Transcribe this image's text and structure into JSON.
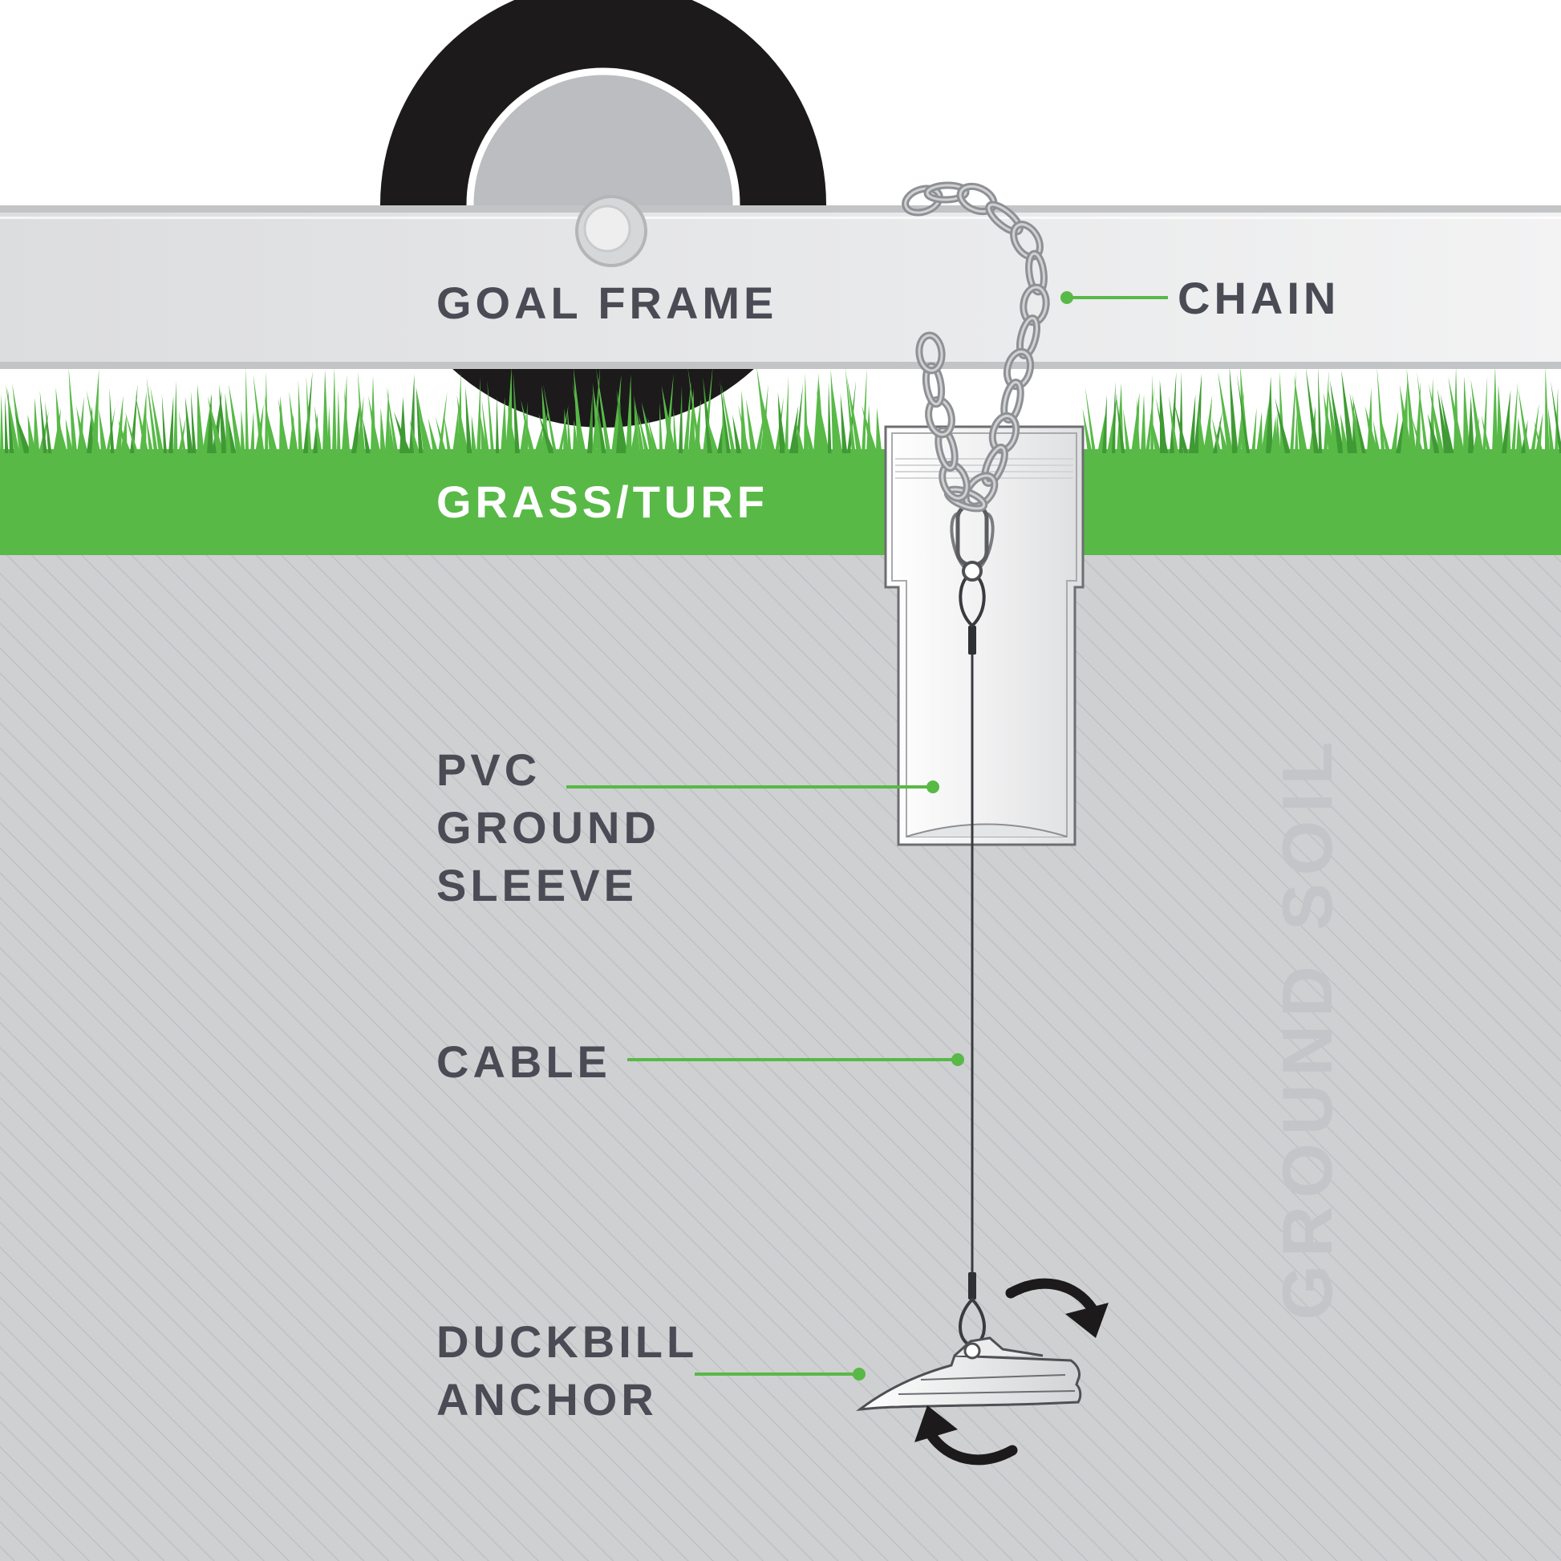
{
  "labels": {
    "goal_frame": "GOAL FRAME",
    "chain": "CHAIN",
    "grass_turf": "GRASS/TURF",
    "pvc_ground_sleeve": [
      "PVC",
      "GROUND",
      "SLEEVE"
    ],
    "cable": "CABLE",
    "duckbill_anchor": [
      "DUCKBILL",
      "ANCHOR"
    ],
    "ground_soil": "GROUND SOIL"
  },
  "colors": {
    "soil": "#cfd0d2",
    "soil_hatch": "#bcbdc0",
    "grass": "#58b947",
    "grass_dark": "#3f9a33",
    "frame": "#e6e7e8",
    "frame_edge": "#b9babc",
    "wheel_tire": "#1c1a1b",
    "wheel_rim": "#bcbdc0",
    "leader_line": "#58b947",
    "label_text": "#4a4b54",
    "chain_link": "#9a9b9e",
    "cable": "#3a3b3f",
    "sleeve": "#f4f4f5",
    "sleeve_edge": "#6d6e71"
  }
}
